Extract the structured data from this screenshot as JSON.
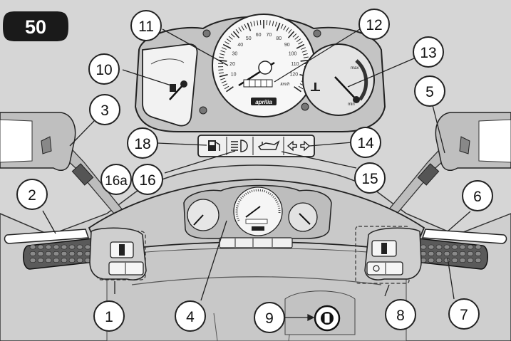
{
  "figure_number": "50",
  "callouts": [
    {
      "id": "c1",
      "label": "1"
    },
    {
      "id": "c2",
      "label": "2"
    },
    {
      "id": "c3",
      "label": "3"
    },
    {
      "id": "c4",
      "label": "4"
    },
    {
      "id": "c5",
      "label": "5"
    },
    {
      "id": "c6",
      "label": "6"
    },
    {
      "id": "c7",
      "label": "7"
    },
    {
      "id": "c8",
      "label": "8"
    },
    {
      "id": "c9",
      "label": "9"
    },
    {
      "id": "c10",
      "label": "10"
    },
    {
      "id": "c11",
      "label": "11"
    },
    {
      "id": "c12",
      "label": "12"
    },
    {
      "id": "c13",
      "label": "13"
    },
    {
      "id": "c14",
      "label": "14"
    },
    {
      "id": "c15",
      "label": "15"
    },
    {
      "id": "c16",
      "label": "16"
    },
    {
      "id": "c16a",
      "label": "16a"
    },
    {
      "id": "c18",
      "label": "18"
    }
  ],
  "speedometer": {
    "scale_numbers": [
      "10",
      "20",
      "30",
      "40",
      "50",
      "60",
      "70",
      "80",
      "90",
      "100",
      "110",
      "120"
    ],
    "brand": "aprilia",
    "unit": "km/h"
  },
  "temp_gauge": {
    "max_label": "max",
    "min_label": "min"
  },
  "colors": {
    "background": "#d6d6d6",
    "badge": "#1a1a1a",
    "outline": "#222222",
    "grip": "#5a5a5a"
  },
  "icons": [
    "fuel-reserve-icon",
    "high-beam-icon",
    "oil-pressure-icon",
    "turn-signal-icon",
    "ignition-key-icon",
    "temperature-icon"
  ]
}
